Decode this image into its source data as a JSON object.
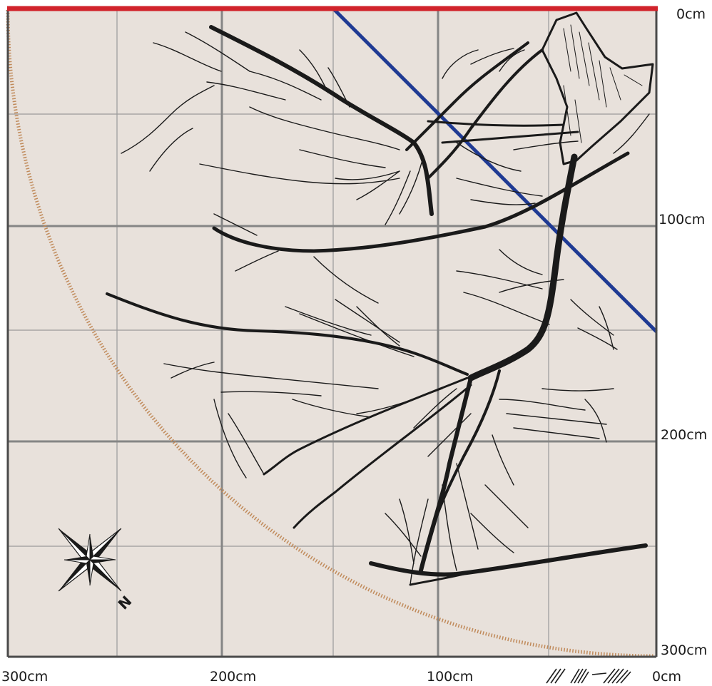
{
  "scale": {
    "right_axis_labels": [
      "0cm",
      "100cm",
      "200cm",
      "300cm"
    ],
    "bottom_axis_labels": [
      "300cm",
      "200cm",
      "100cm",
      "0cm"
    ]
  },
  "compass": {
    "north_label": "N"
  },
  "colors": {
    "background": "#e8e1db",
    "major_grid": "#858585",
    "minor_grid": "#9a9a9a",
    "frame": "#4a4a4a",
    "top_line": "#d1232b",
    "diagonal_line": "#1f3a93",
    "radius_arc": "#c08a5a",
    "roots": "#1a1a1a"
  },
  "icons": {
    "compass": "compass-rose-icon",
    "legend": "hatch-legend-icon"
  }
}
